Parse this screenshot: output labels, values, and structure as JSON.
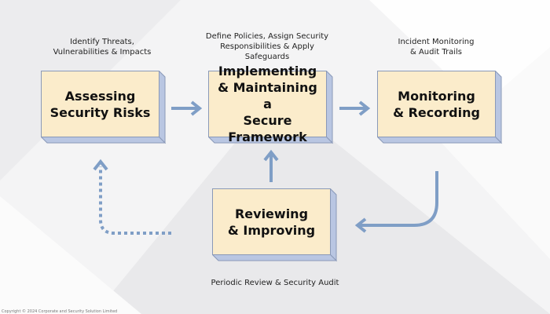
{
  "colors": {
    "box_fill": "#fbeccb",
    "box_side": "#b9c6e2",
    "box_border": "#8a99b8",
    "arrow": "#7f9ec6",
    "background": "#f4f4f5"
  },
  "boxes": {
    "assessing": "Assessing\nSecurity Risks",
    "implementing": "Implementing\n& Maintaining a\nSecure Framework",
    "monitoring": "Monitoring\n& Recording",
    "reviewing": "Reviewing\n& Improving"
  },
  "captions": {
    "assessing": "Identify Threats,\nVulnerabilities & Impacts",
    "implementing": "Define Policies, Assign Security\nResponsibilities & Apply\nSafeguards",
    "monitoring": "Incident Monitoring\n& Audit Trails",
    "reviewing": "Periodic Review & Security Audit"
  },
  "footer": {
    "copyright": "Copyright © 2024 Corporate and Security Solution Limited"
  }
}
